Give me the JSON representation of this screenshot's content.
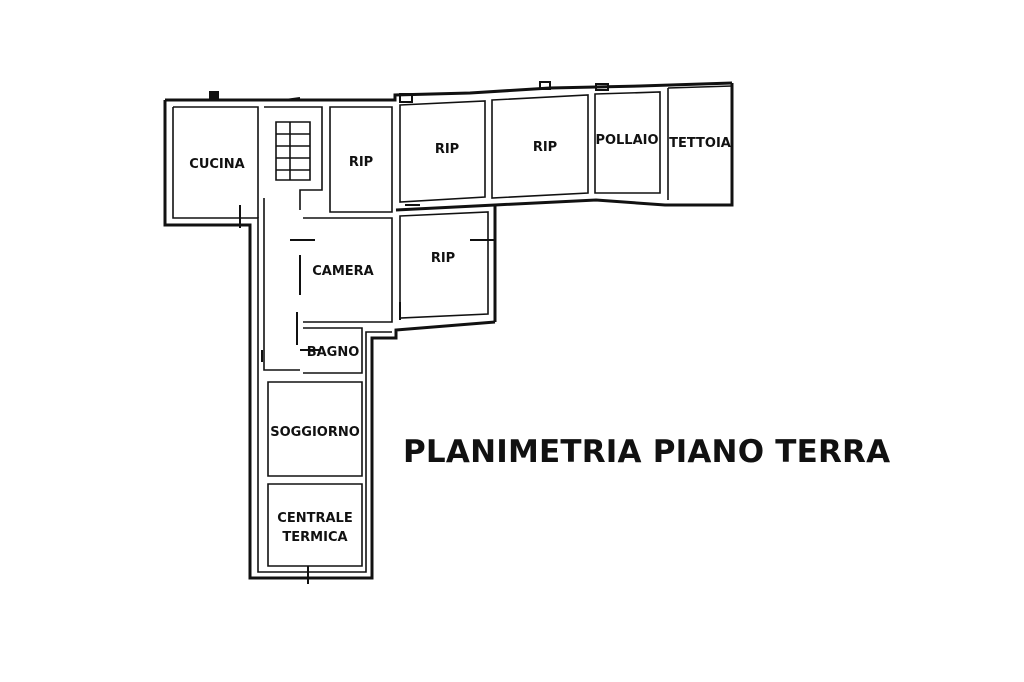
{
  "title": "PLANIMETRIA PIANO TERRA",
  "rooms": {
    "cucina": "CUCINA",
    "rip_1": "RIP",
    "rip_2": "RIP",
    "rip_3": "RIP",
    "rip_4": "RIP",
    "pollaio": "POLLAIO",
    "tettoia": "TETTOIA",
    "camera": "CAMERA",
    "bagno": "BAGNO",
    "soggiorno": "SOGGIORNO",
    "centrale_line1": "CENTRALE",
    "centrale_line2": "TERMICA"
  }
}
